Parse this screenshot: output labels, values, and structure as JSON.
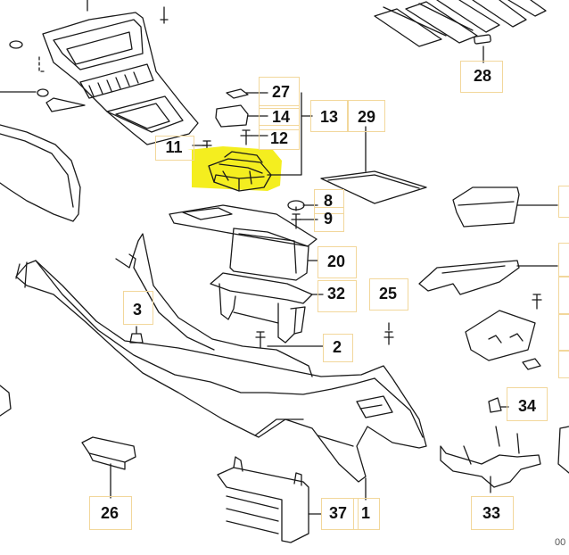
{
  "diagram": {
    "title": "Center console parts diagram",
    "highlight_color": "#f4ee1f",
    "line_color": "#1a1a1a",
    "label_box_color": "#f2d79b",
    "diagram_id": "00",
    "highlighted_part": "11",
    "parts": {
      "p27": "27",
      "p14": "14",
      "p13": "13",
      "p29": "29",
      "p28": "28",
      "p11": "11",
      "p12": "12",
      "p8": "8",
      "p9": "9",
      "p20": "20",
      "p32": "32",
      "p25": "25",
      "p3": "3",
      "p2": "2",
      "p34": "34",
      "p26": "26",
      "p37": "37",
      "p1": "1",
      "p33": "33"
    }
  }
}
